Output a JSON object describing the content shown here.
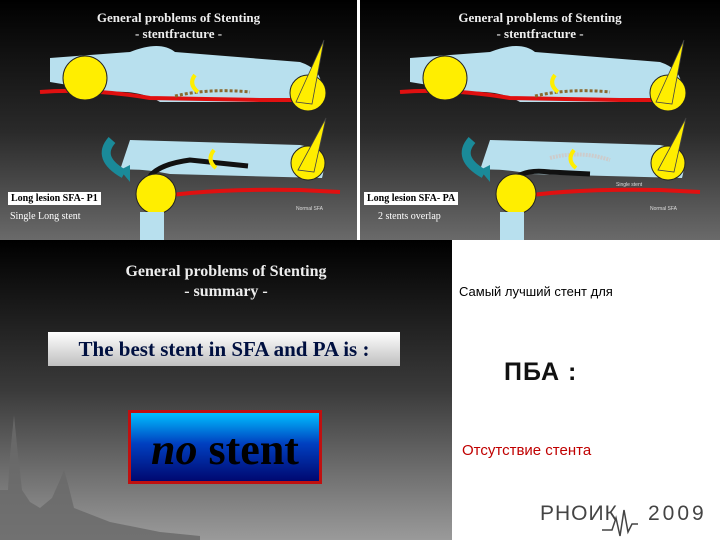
{
  "slides": [
    {
      "title_line1": "General problems of Stenting",
      "title_line2": "- stentfracture -",
      "lesion_label": "Long lesion SFA- P1",
      "stent_label": "Single Long stent",
      "normal_label": "Normal SFA"
    },
    {
      "title_line1": "General problems of Stenting",
      "title_line2": "- stentfracture -",
      "lesion_label": "Long lesion SFA- PA",
      "stent_label": "2 stents overlap",
      "normal_label": "Normal SFA",
      "single_stent_label": "Single stent"
    },
    {
      "title_line1": "General problems of Stenting",
      "title_line2": "- summary -",
      "banner": "The best stent in SFA and PA is :",
      "no_word": "no",
      "stent_word": "stent"
    }
  ],
  "russian": {
    "line1": "Самый лучший стент  для",
    "line2": "ПБА :",
    "line3": "Отсутствие   стента"
  },
  "logo": {
    "name": "РНОИК",
    "year": "2009"
  },
  "colors": {
    "bone": "#b8e0ee",
    "ball": "#ffee00",
    "artery": "#e01010",
    "teal_arrow": "#1a8a99",
    "red_text": "#c00000"
  }
}
